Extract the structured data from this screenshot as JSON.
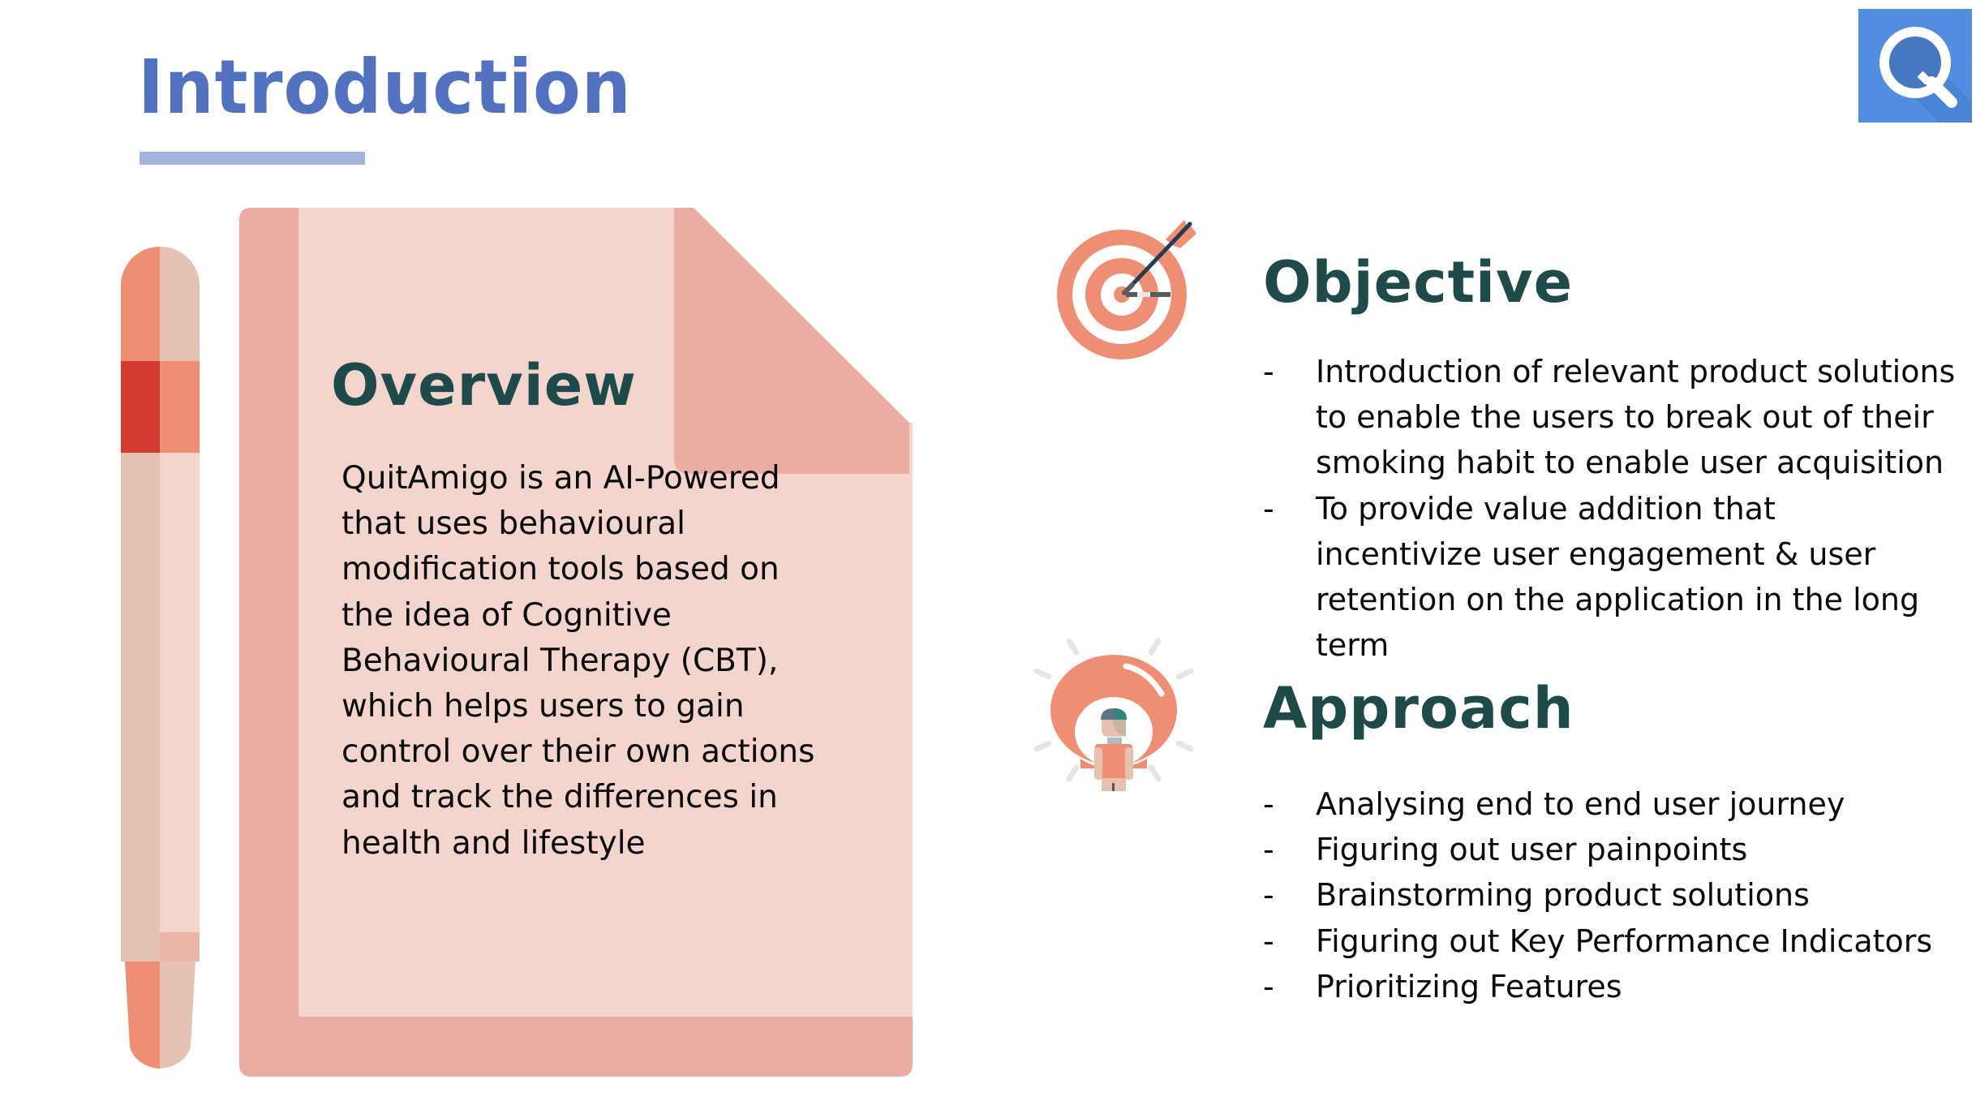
{
  "slide": {
    "title": "Introduction",
    "colors": {
      "title": "#5272BF",
      "underline": "#A3B5DE",
      "heading": "#1F4A4A",
      "body_text": "#0A0A0A",
      "logo_bg": "#518DE0",
      "doc_light": "#F3D5CE",
      "doc_dark": "#EBADA3",
      "accent_orange": "#EE8E72",
      "accent_red": "#D13B30"
    }
  },
  "logo": {
    "icon": "quitamigo-q-logo-icon",
    "letter": "Q"
  },
  "overview": {
    "heading": "Overview",
    "lines": [
      "QuitAmigo is an AI-Powered",
      "that uses behavioural",
      "modification tools based on",
      "the idea of Cognitive",
      "Behavioural Therapy (CBT),",
      "which helps users to gain",
      "control over their own actions",
      "and track the differences in",
      "health and lifestyle"
    ]
  },
  "objective": {
    "icon": "target-arrow-icon",
    "heading": "Objective",
    "bullet_marker": "-",
    "items": [
      {
        "lines": [
          "Introduction of relevant product solutions",
          "to enable the users to break out of their",
          "smoking habit to enable user acquisition"
        ]
      },
      {
        "lines": [
          "To provide value addition that",
          "incentivize user engagement & user",
          "retention on the application in the long",
          "term"
        ]
      }
    ]
  },
  "approach": {
    "icon": "lightbulb-person-icon",
    "heading": "Approach",
    "bullet_marker": "-",
    "items": [
      "Analysing end to end user journey",
      "Figuring out user painpoints",
      "Brainstorming product solutions",
      "Figuring out Key Performance Indicators",
      "Prioritizing Features"
    ]
  }
}
